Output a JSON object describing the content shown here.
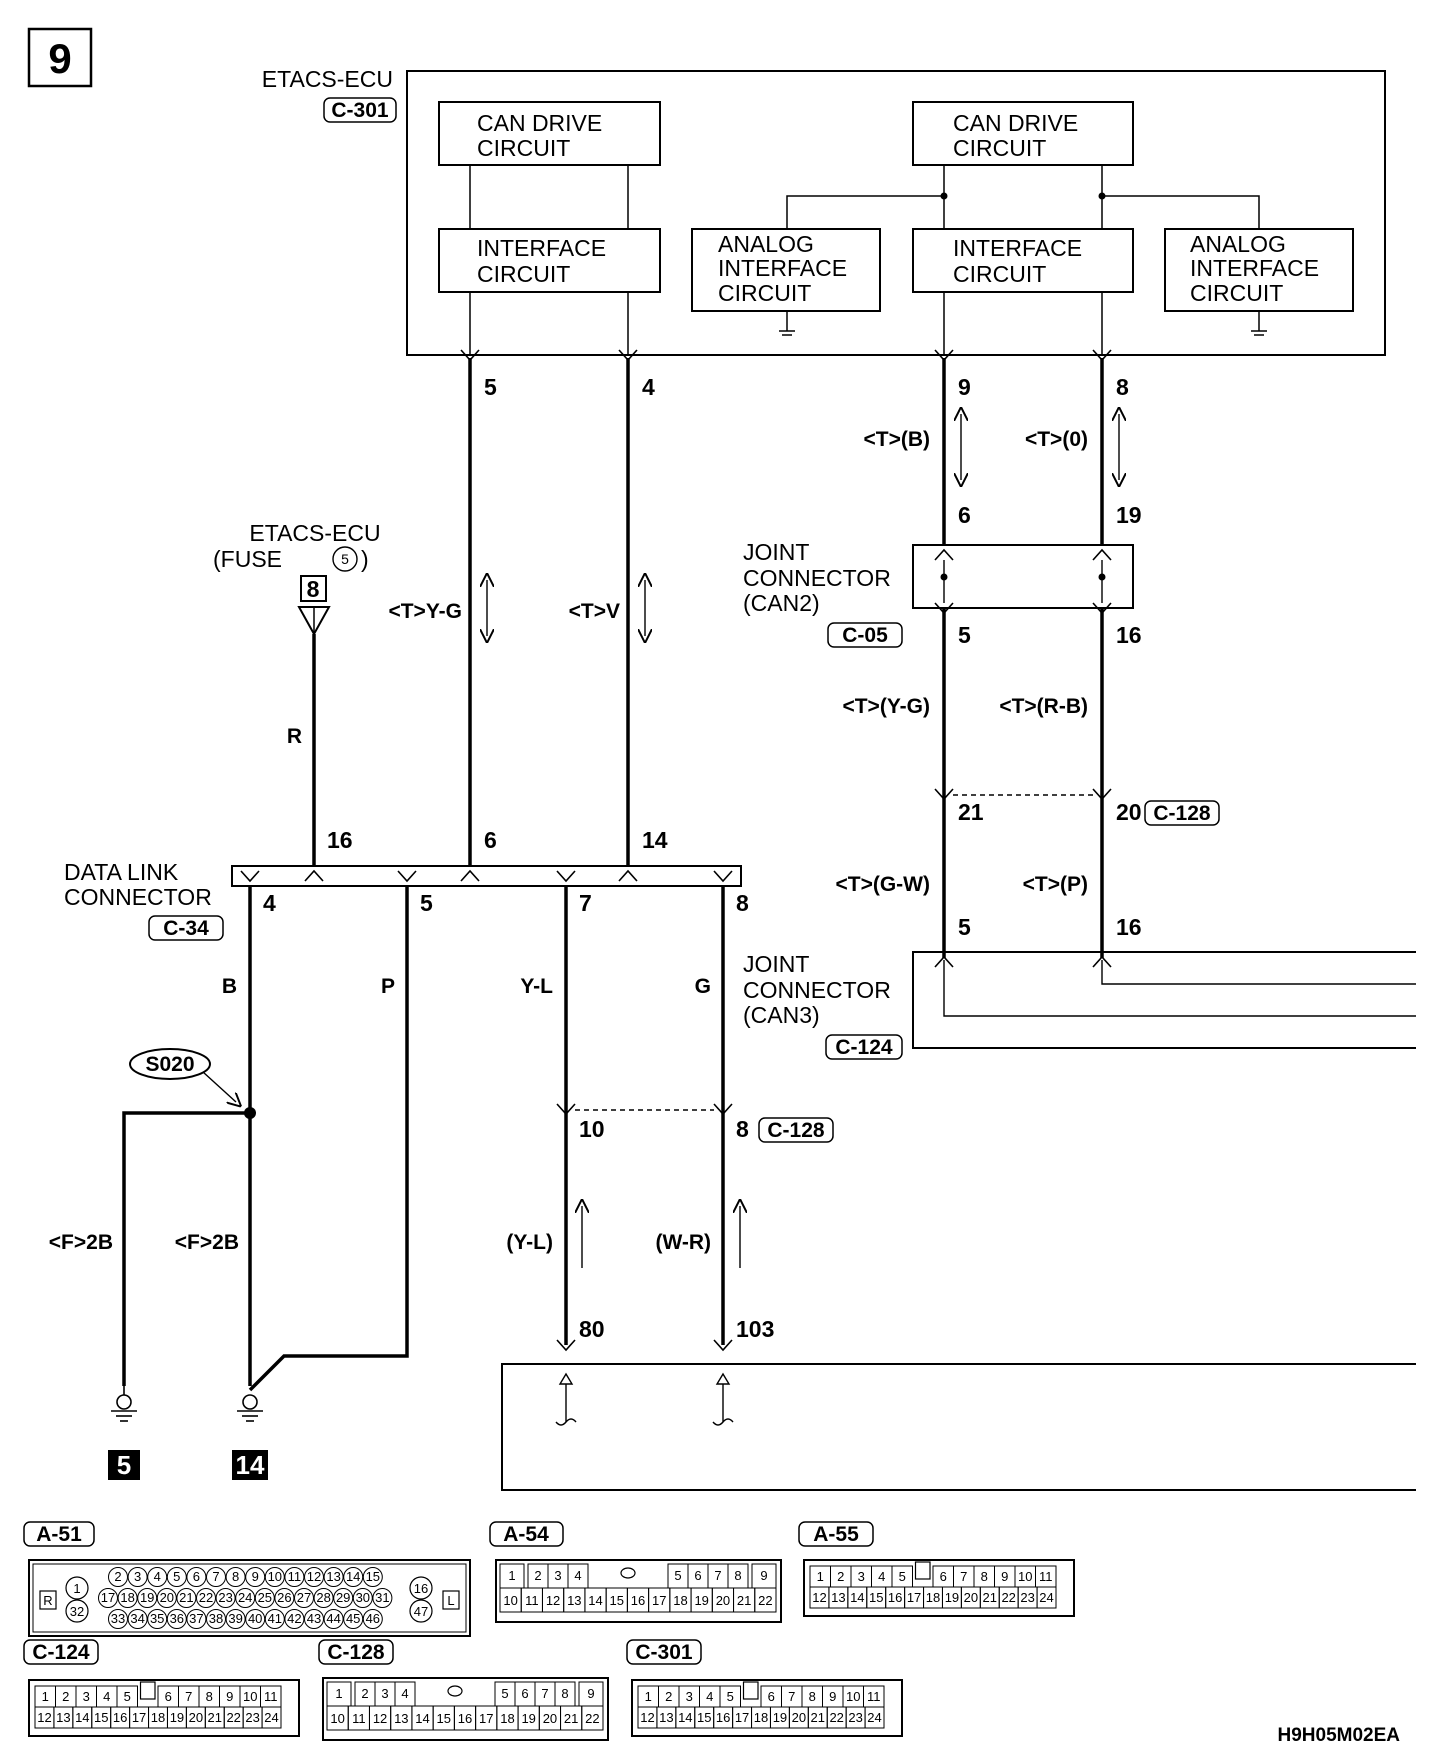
{
  "page_number": "9",
  "footer_code": "H9H05M02EA",
  "etacs": {
    "name": "ETACS-ECU",
    "connector": "C-301",
    "blocks": {
      "can_drive_1": [
        "CAN DRIVE",
        "CIRCUIT"
      ],
      "interface_1": [
        "INTERFACE",
        "CIRCUIT"
      ],
      "analog_1": [
        "ANALOG",
        "INTERFACE",
        "CIRCUIT"
      ],
      "can_drive_2": [
        "CAN DRIVE",
        "CIRCUIT"
      ],
      "interface_2": [
        "INTERFACE",
        "CIRCUIT"
      ],
      "analog_2": [
        "ANALOG",
        "INTERFACE",
        "CIRCUIT"
      ]
    },
    "pins": [
      "5",
      "4",
      "9",
      "8"
    ]
  },
  "fuse": {
    "lines": [
      "ETACS-ECU",
      "(FUSE",
      "5",
      ")"
    ],
    "pin": "8",
    "wire_color": "R"
  },
  "wires": {
    "yg": "<T>Y-G",
    "v": "<T>V",
    "b": "<T>(B)",
    "o": "<T>(0)",
    "yg2": "<T>(Y-G)",
    "rb": "<T>(R-B)",
    "gw": "<T>(G-W)",
    "p2": "<T>(P)",
    "b_dl": "B",
    "p_dl": "P",
    "yl_dl": "Y-L",
    "g_dl": "G",
    "f2b_left": "<F>2B",
    "f2b_right": "<F>2B",
    "yl_paren": "(Y-L)",
    "wr_paren": "(W-R)"
  },
  "joint_can2": {
    "lines": [
      "JOINT",
      "CONNECTOR",
      "(CAN2)"
    ],
    "connector": "C-05",
    "pins_top": [
      "6",
      "19"
    ],
    "pins_bottom": [
      "5",
      "16"
    ]
  },
  "joint_can3": {
    "lines": [
      "JOINT",
      "CONNECTOR",
      "(CAN3)"
    ],
    "connector": "C-124",
    "pins": [
      "5",
      "16"
    ]
  },
  "c128_pins": {
    "upper": [
      "21",
      "20"
    ],
    "lower": [
      "10",
      "8"
    ],
    "label": "C-128"
  },
  "dlc": {
    "lines": [
      "DATA LINK",
      "CONNECTOR"
    ],
    "connector": "C-34",
    "top_pins": [
      "16",
      "6",
      "14"
    ],
    "bottom_pins": [
      "4",
      "5",
      "7",
      "8"
    ]
  },
  "splice": "S020",
  "grounds": [
    "5",
    "14"
  ],
  "bottom_pins": [
    "80",
    "103"
  ],
  "connector_views": {
    "a51": {
      "label": "A-51",
      "row1": [
        "2",
        "3",
        "4",
        "5",
        "6",
        "7",
        "8",
        "9",
        "10",
        "11",
        "12",
        "13",
        "14",
        "15"
      ],
      "row2": [
        "17",
        "18",
        "19",
        "20",
        "21",
        "22",
        "23",
        "24",
        "25",
        "26",
        "27",
        "28",
        "29",
        "30",
        "31"
      ],
      "row3": [
        "33",
        "34",
        "35",
        "36",
        "37",
        "38",
        "39",
        "40",
        "41",
        "42",
        "43",
        "44",
        "45",
        "46"
      ],
      "left": [
        "1",
        "32"
      ],
      "right": [
        "16",
        "47"
      ],
      "side_left": "R",
      "side_right": "L"
    },
    "a54": {
      "label": "A-54",
      "top": [
        "1",
        "2",
        "3",
        "4",
        "5",
        "6",
        "7",
        "8",
        "9"
      ],
      "bottom": [
        "10",
        "11",
        "12",
        "13",
        "14",
        "15",
        "16",
        "17",
        "18",
        "19",
        "20",
        "21",
        "22"
      ]
    },
    "a55": {
      "label": "A-55",
      "top": [
        "1",
        "2",
        "3",
        "4",
        "5",
        "6",
        "7",
        "8",
        "9",
        "10",
        "11"
      ],
      "bottom": [
        "12",
        "13",
        "14",
        "15",
        "16",
        "17",
        "18",
        "19",
        "20",
        "21",
        "22",
        "23",
        "24"
      ]
    },
    "c124": {
      "label": "C-124",
      "top": [
        "1",
        "2",
        "3",
        "4",
        "5",
        "6",
        "7",
        "8",
        "9",
        "10",
        "11"
      ],
      "bottom": [
        "12",
        "13",
        "14",
        "15",
        "16",
        "17",
        "18",
        "19",
        "20",
        "21",
        "22",
        "23",
        "24"
      ]
    },
    "c128": {
      "label": "C-128",
      "top": [
        "1",
        "2",
        "3",
        "4",
        "5",
        "6",
        "7",
        "8",
        "9"
      ],
      "bottom": [
        "10",
        "11",
        "12",
        "13",
        "14",
        "15",
        "16",
        "17",
        "18",
        "19",
        "20",
        "21",
        "22"
      ]
    },
    "c301": {
      "label": "C-301",
      "top": [
        "1",
        "2",
        "3",
        "4",
        "5",
        "6",
        "7",
        "8",
        "9",
        "10",
        "11"
      ],
      "bottom": [
        "12",
        "13",
        "14",
        "15",
        "16",
        "17",
        "18",
        "19",
        "20",
        "21",
        "22",
        "23",
        "24"
      ]
    }
  }
}
